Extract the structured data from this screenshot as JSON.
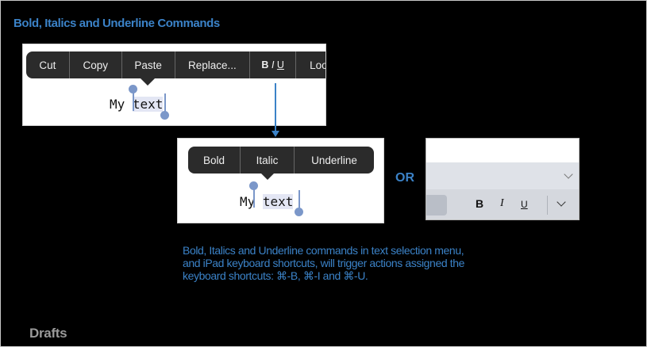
{
  "title": "Bold, Italics and Underline Commands",
  "selection_menu": {
    "items": [
      "Cut",
      "Copy",
      "Paste",
      "Replace...",
      "B I U",
      "Loo"
    ],
    "biu": {
      "bold": "B",
      "italic": "I",
      "underline": "U"
    }
  },
  "sample_text": {
    "prefix": "My ",
    "selected": "text"
  },
  "format_menu": {
    "items": [
      "Bold",
      "Italic",
      "Underline"
    ]
  },
  "or_label": "OR",
  "keyboard_toolbar": {
    "bold": "B",
    "italic": "I",
    "underline": "U",
    "icons": [
      "chevron-down-icon",
      "chevron-down-icon"
    ]
  },
  "note": "Bold, Italics and Underline commands in text selection menu, and iPad keyboard shortcuts, will trigger actions assigned the keyboard shortcuts: ⌘-B, ⌘-I and ⌘-U.",
  "brand": "Drafts",
  "colors": {
    "accent": "#3b82c7",
    "menu_bg": "#2b2b2b",
    "selection": "#e3e6f4",
    "handle": "#7b97c9"
  }
}
